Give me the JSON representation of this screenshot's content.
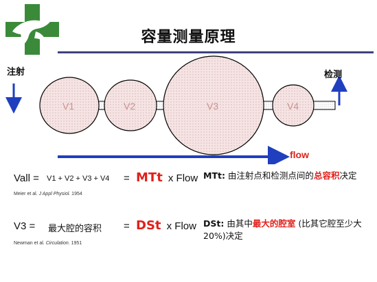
{
  "title": "容量测量原理",
  "labels": {
    "inject": "注射",
    "detect": "检测",
    "flow": "flow"
  },
  "chambers": [
    "V1",
    "V2",
    "V3",
    "V4"
  ],
  "colors": {
    "chamber_fill": "#f6e4e4",
    "arrow_blue": "#1f3fbf",
    "flow_text": "#e0201a",
    "accent_red": "#e0201a",
    "logo_green": "#3a8a3a",
    "title_rule": "#3f3f7f"
  },
  "rows": [
    {
      "lhs": "Vall =",
      "expr": "V1 + V2 + V3 + V4",
      "eq": "=",
      "term": "MTt",
      "tail": "x Flow",
      "ref_pre": "Meier et al. ",
      "ref_journal": "J Appl Physiol.",
      "ref_year": " 1954",
      "note_key": "MTt:",
      "note_pre": " 由注射点和检测点间的",
      "note_red": "总容积",
      "note_post": "决定"
    },
    {
      "lhs": "V3 =",
      "expr": "最大腔的容积",
      "eq": "=",
      "term": "DSt",
      "tail": "x Flow",
      "ref_pre": "Newman et al. ",
      "ref_journal": "Circulation.",
      "ref_year": " 1951",
      "note_key": "DSt:",
      "note_pre": " 由其中",
      "note_red": "最大的腔室",
      "note_post": " (比其它腔至少大 20%)决定"
    }
  ]
}
